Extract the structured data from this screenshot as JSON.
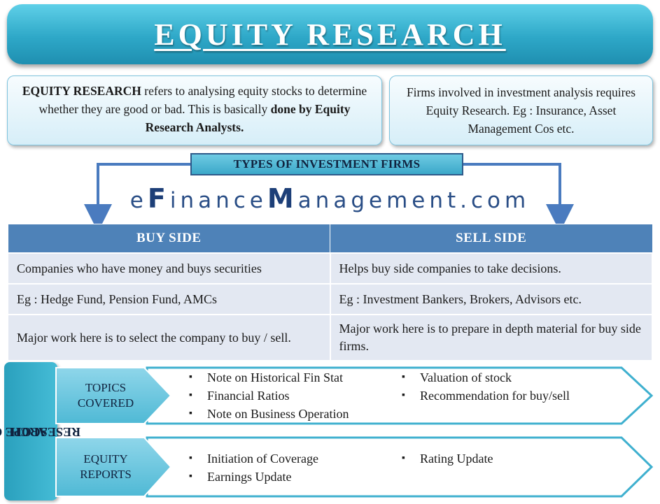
{
  "title": "EQUITY RESEARCH",
  "definition": {
    "term": "EQUITY RESEARCH",
    "text_1": " refers to analysing equity stocks to determine whether they are good or bad. This is basically ",
    "emphasis": "done by Equity Research Analysts."
  },
  "firms_note": "Firms involved in investment analysis requires Equity Research. Eg : Insurance, Asset Management Cos etc.",
  "types_header": "TYPES OF INVESTMENT FIRMS",
  "brand": {
    "part1": "e",
    "part2": "F",
    "part3": "inance",
    "part4": "M",
    "part5": "anagement.com"
  },
  "table": {
    "headers": [
      "BUY SIDE",
      "SELL SIDE"
    ],
    "rows": [
      [
        "Companies who have money and buys securities",
        "Helps buy side companies to take decisions."
      ],
      [
        "Eg : Hedge Fund, Pension Fund, AMCs",
        "Eg : Investment Bankers, Brokers, Advisors etc."
      ],
      [
        "Major work here is to select the company to buy / sell.",
        "Major work here is to prepare in depth material for buy side firms."
      ]
    ]
  },
  "scope": {
    "label_line1": "SCOPE OF",
    "label_line2": "RESEARCH",
    "topics": {
      "label_line1": "TOPICS",
      "label_line2": "COVERED",
      "items": [
        "Note on Historical Fin Stat",
        "Financial Ratios",
        "Note on Business Operation",
        "Valuation of stock",
        "Recommendation for buy/sell"
      ]
    },
    "reports": {
      "label_line1": "EQUITY",
      "label_line2": "REPORTS",
      "items": [
        "Initiation of Coverage",
        "Earnings Update",
        "Rating Update"
      ]
    }
  },
  "colors": {
    "banner": "#2ea8c8",
    "table_header": "#4e82b8",
    "table_cell": "#e3e8f2",
    "brand": "#2a4e86",
    "arrow": "#4a7bbf"
  }
}
